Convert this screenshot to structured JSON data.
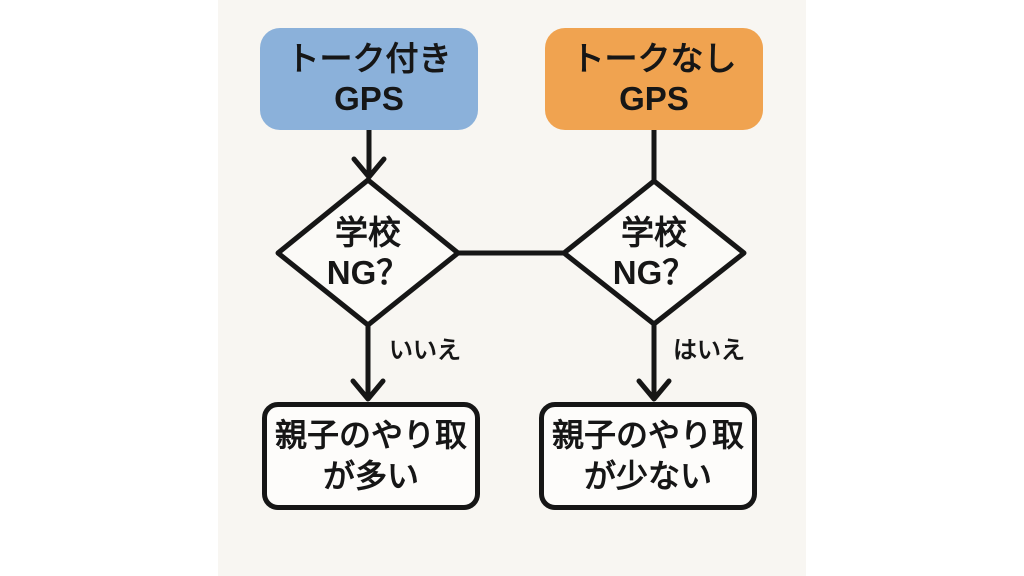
{
  "colors": {
    "outer_background": "#ffffff",
    "inner_background": "#f8f6f2",
    "node_blue": "#8bb1da",
    "node_orange": "#f0a350",
    "line": "#161616",
    "text": "#161616",
    "result_fill": "#fdfcfa"
  },
  "nodes": {
    "gps_with_talk": {
      "line1": "トーク付き",
      "line2": "GPS"
    },
    "gps_without_talk": {
      "line1": "トークなし",
      "line2": "GPS"
    },
    "decision_left": {
      "line1": "学校",
      "line2": "NG？"
    },
    "decision_right": {
      "line1": "学校",
      "line2": "NG？"
    },
    "result_left": {
      "line1": "親子のやり取",
      "line2": "が多い"
    },
    "result_right": {
      "line1": "親子のやり取",
      "line2": "が少ない"
    }
  },
  "edges": {
    "left_answer_label": "いいえ",
    "right_answer_label": "はいえ"
  }
}
